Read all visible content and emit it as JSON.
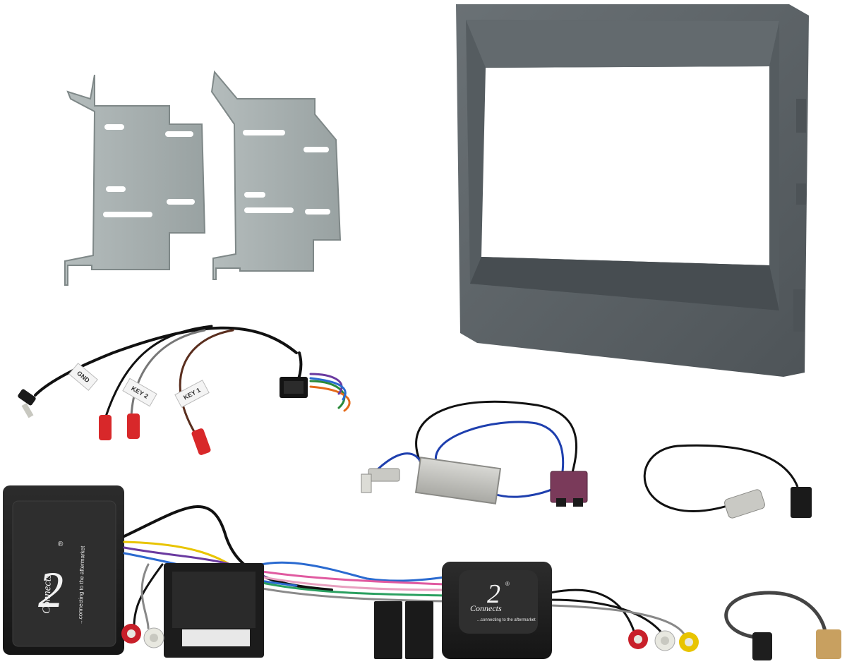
{
  "photo": {
    "background": "#ffffff",
    "colors": {
      "fascia": "#5b6266",
      "bracket": "#a8b0b0",
      "interface_box": "#1e1e1e",
      "fakra_connector": "#7a3a5a",
      "rca_red": "#c8202a",
      "rca_yellow": "#e8c400",
      "bullet_red": "#d8282a"
    }
  },
  "harness_labels": {
    "gnd": "GND",
    "key2": "KEY 2",
    "key1": "KEY 1"
  },
  "interface_box": {
    "brand": "Connects",
    "brand_number": "2",
    "registered": "®",
    "tagline": "...connecting to the aftermarket"
  },
  "adapter_box": {
    "brand": "Connects",
    "brand_number": "2",
    "registered": "®",
    "tagline": "...connecting to the aftermarket"
  }
}
